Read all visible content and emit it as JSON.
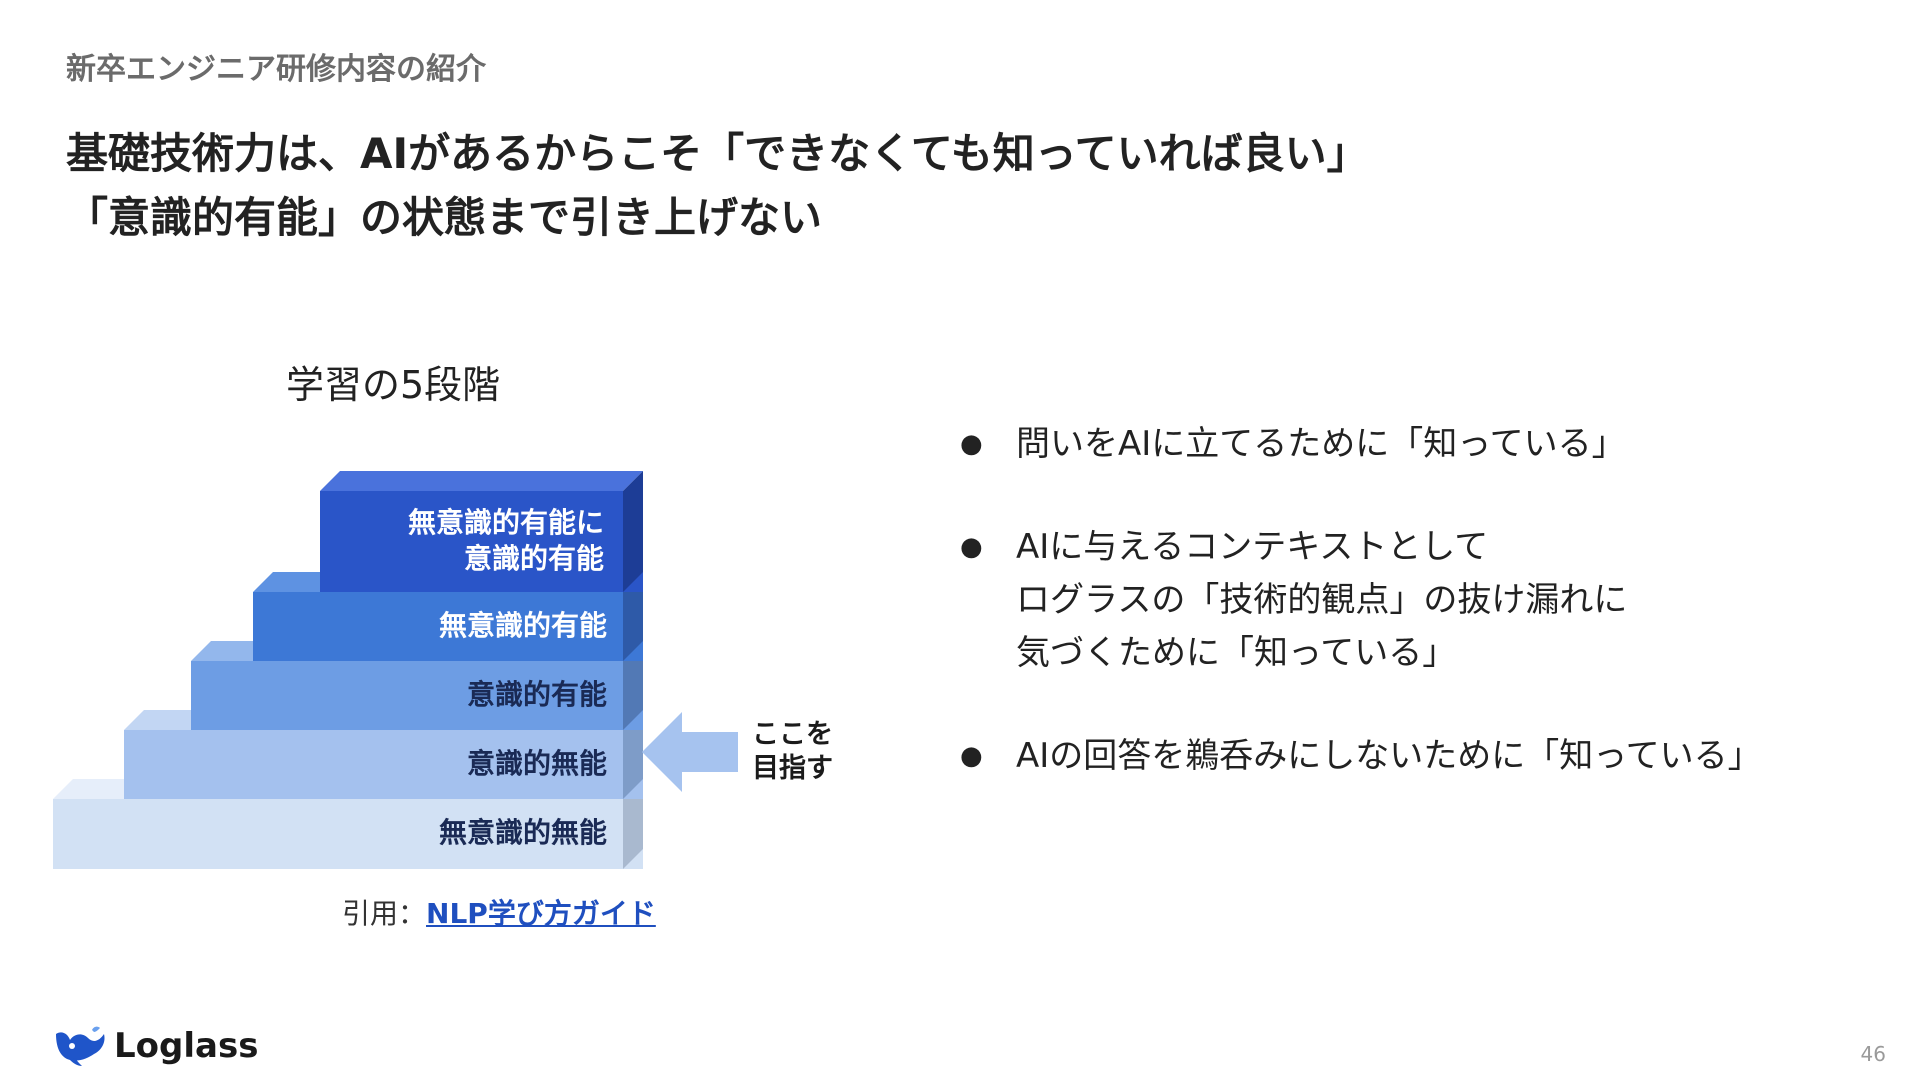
{
  "header": {
    "section_label": "新卒エンジニア研修内容の紹介",
    "title_line1": "基礎技術力は、AIがあるからこそ「できなくても知っていれば良い」",
    "title_line2": "「意識的有能」の状態まで引き上げない"
  },
  "pyramid": {
    "title": "学習の5段階",
    "levels": [
      {
        "line1": "無意識的有能に",
        "line2": "意識的有能"
      },
      {
        "line1": "無意識的有能"
      },
      {
        "line1": "意識的有能"
      },
      {
        "line1": "意識的無能"
      },
      {
        "line1": "無意識的無能"
      }
    ],
    "arrow_label_line1": "ここを",
    "arrow_label_line2": "目指す",
    "citation_prefix": "引用：",
    "citation_link": "NLP学び方ガイド",
    "colors": {
      "level1": "#2a55c8",
      "level2": "#3d78d6",
      "level3": "#6d9de4",
      "level4": "#a4c1ee",
      "level5": "#d2e1f4",
      "arrow": "#a6c3ef"
    }
  },
  "bullets": [
    {
      "dot": "●",
      "lines": [
        "問いをAIに立てるために「知っている」"
      ]
    },
    {
      "dot": "●",
      "lines": [
        "AIに与えるコンテキストとして",
        "ログラスの「技術的観点」の抜け漏れに",
        "気づくために「知っている」"
      ]
    },
    {
      "dot": "●",
      "lines": [
        "AIの回答を鵜呑みにしないために「知っている」"
      ]
    }
  ],
  "footer": {
    "logo_text": "Loglass",
    "page_number": "46"
  }
}
